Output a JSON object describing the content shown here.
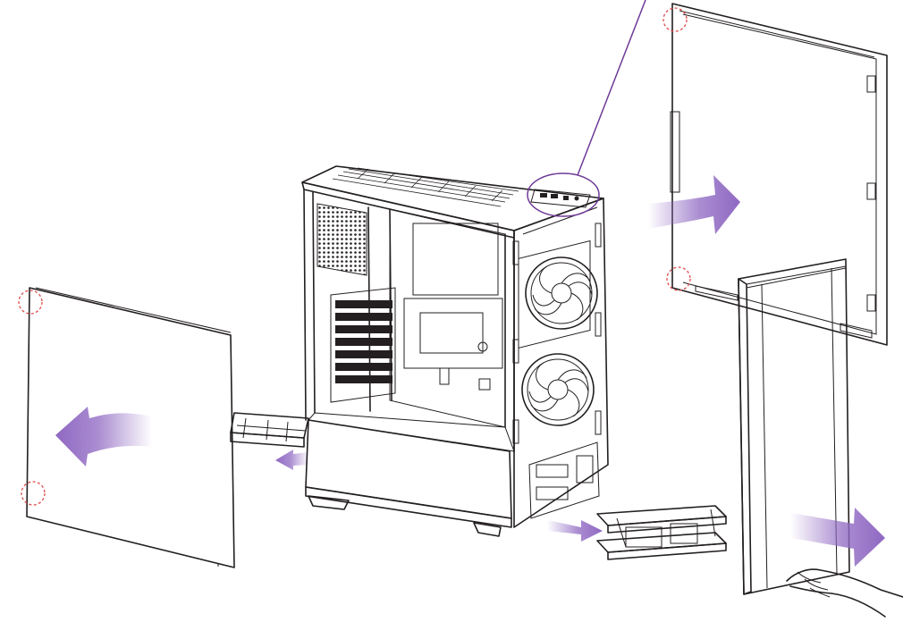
{
  "diagram": {
    "title": "",
    "colors": {
      "line": "#231f20",
      "arrow": "#8f68c2",
      "callout": "#6e3a96",
      "screw_marker": "#e04b4b",
      "background": "#ffffff"
    },
    "parts": [
      {
        "id": "left-side-panel",
        "icon": "panel",
        "removal": "pull-left"
      },
      {
        "id": "psu-shroud-tray",
        "icon": "tray",
        "removal": "pull-left"
      },
      {
        "id": "case-chassis",
        "icon": "chassis",
        "removal": "none"
      },
      {
        "id": "front-fan-1",
        "icon": "fan",
        "removal": "none"
      },
      {
        "id": "front-fan-2",
        "icon": "fan",
        "removal": "none"
      },
      {
        "id": "top-io-ports",
        "icon": "io",
        "removal": "none"
      },
      {
        "id": "right-side-panel",
        "icon": "panel",
        "removal": "pull-right"
      },
      {
        "id": "front-bezel",
        "icon": "bezel",
        "removal": "pull-right"
      },
      {
        "id": "hdd-cage",
        "icon": "cage",
        "removal": "pull-right"
      }
    ],
    "screw_markers": 4,
    "arrows": 5
  }
}
